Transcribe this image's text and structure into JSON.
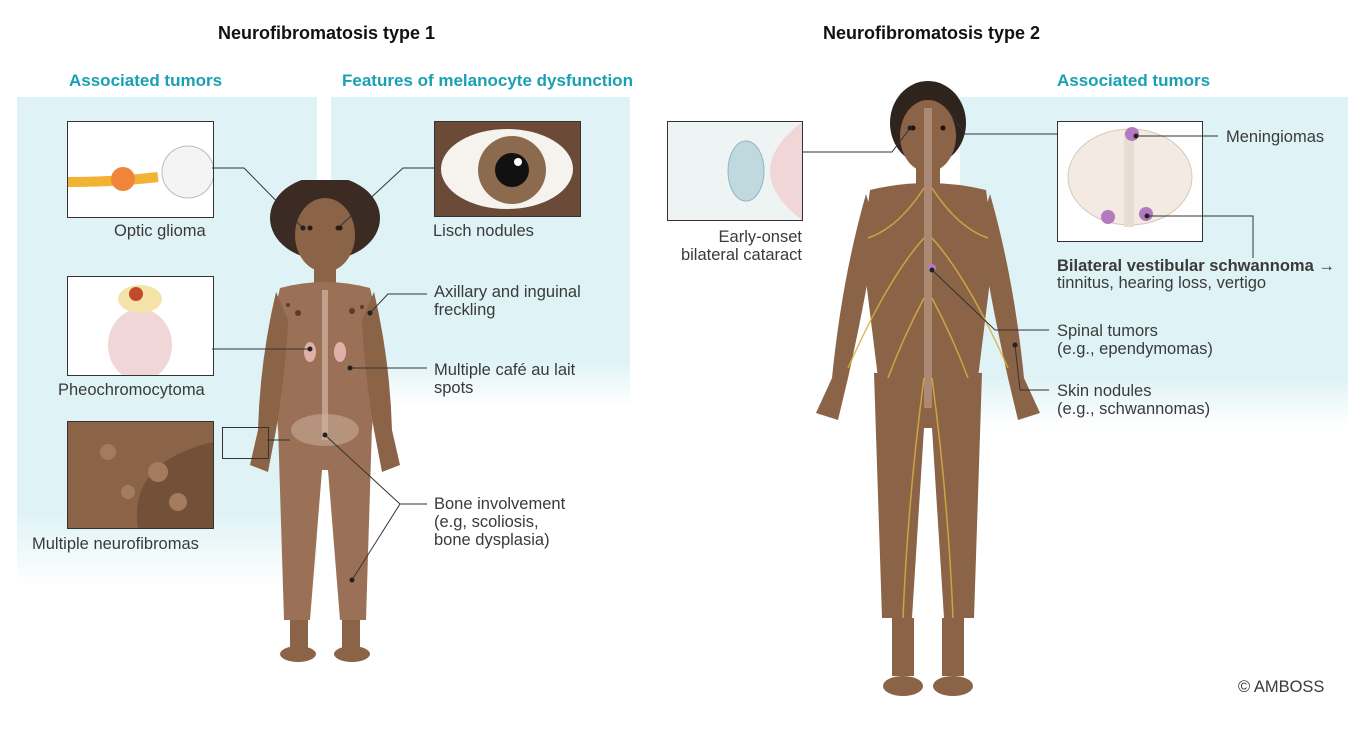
{
  "nf1": {
    "title": "Neurofibromatosis type 1",
    "tumors_heading": "Associated tumors",
    "melanocyte_heading": "Features of melanocyte dysfunction",
    "optic_glioma": "Optic glioma",
    "pheochromocytoma": "Pheochromocytoma",
    "neurofibromas": "Multiple neurofibromas",
    "lisch": "Lisch nodules",
    "freckling": [
      "Axillary and inguinal",
      "freckling"
    ],
    "cafe_au_lait": [
      "Multiple café au lait",
      "spots"
    ],
    "bone": [
      "Bone involvement",
      "(e.g, scoliosis,",
      "bone dysplasia)"
    ]
  },
  "nf2": {
    "title": "Neurofibromatosis type 2",
    "tumors_heading": "Associated tumors",
    "cataract": [
      "Early-onset",
      "bilateral cataract"
    ],
    "meningiomas": "Meningiomas",
    "schwannoma_bold": "Bilateral vestibular schwannoma →",
    "schwannoma_rest": "tinnitus, hearing loss, vertigo",
    "spinal": [
      "Spinal tumors",
      "(e.g., ependymomas)"
    ],
    "skin": [
      "Skin nodules",
      "(e.g., schwannomas)"
    ]
  },
  "copyright": "© AMBOSS",
  "colors": {
    "accent": "#1aa0b3",
    "panel": "#dff3f6",
    "skin": "#8b6347",
    "nerve": "#d9b13f"
  }
}
